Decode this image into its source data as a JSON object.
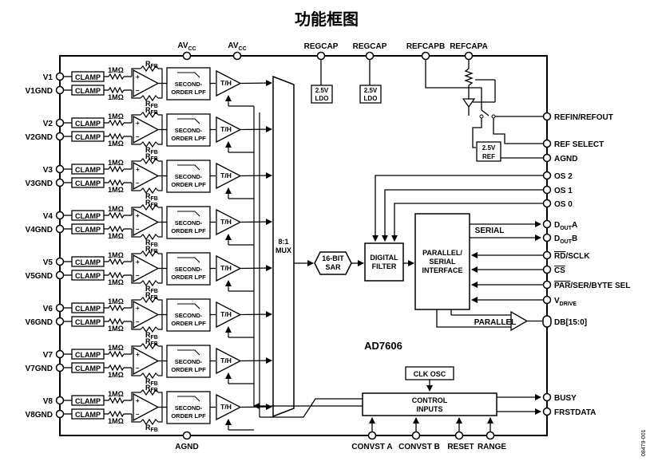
{
  "title": "功能框图",
  "chip_name": "AD7606",
  "figure_code": "08479-001",
  "channels": [
    {
      "input": "V1",
      "ground": "V1GND"
    },
    {
      "input": "V2",
      "ground": "V2GND"
    },
    {
      "input": "V3",
      "ground": "V3GND"
    },
    {
      "input": "V4",
      "ground": "V4GND"
    },
    {
      "input": "V5",
      "ground": "V5GND"
    },
    {
      "input": "V6",
      "ground": "V6GND"
    },
    {
      "input": "V7",
      "ground": "V7GND"
    },
    {
      "input": "V8",
      "ground": "V8GND"
    }
  ],
  "channel_blocks": {
    "clamp": "CLAMP",
    "resistor": "1MΩ",
    "rfb": "R",
    "rfb_sub": "FB",
    "lpf_line1": "SECOND-",
    "lpf_line2": "ORDER LPF",
    "th": "T/H"
  },
  "top_pins": {
    "avcc1": "AV",
    "avcc1_sub": "CC",
    "avcc2": "AV",
    "avcc2_sub": "CC",
    "regcap1": "REGCAP",
    "regcap2": "REGCAP",
    "refcapb": "REFCAPB",
    "refcapa": "REFCAPA"
  },
  "ldo_line1": "2.5V",
  "ldo_line2": "LDO",
  "ref_line1": "2.5V",
  "ref_line2": "REF",
  "mux_line1": "8:1",
  "mux_line2": "MUX",
  "sar_line1": "16-BIT",
  "sar_line2": "SAR",
  "filter_line1": "DIGITAL",
  "filter_line2": "FILTER",
  "iface_line1": "PARALLEL/",
  "iface_line2": "SERIAL",
  "iface_line3": "INTERFACE",
  "serial_label": "SERIAL",
  "parallel_label": "PARALLEL",
  "clk_osc": "CLK OSC",
  "control_line1": "CONTROL",
  "control_line2": "INPUTS",
  "right_pins": {
    "refin": "REFIN/REFOUT",
    "ref_select": "REF SELECT",
    "agnd": "AGND",
    "os2": "OS 2",
    "os1": "OS 1",
    "os0": "OS 0",
    "douta_d": "D",
    "douta_sub": "OUT",
    "douta_suffix": "A",
    "doutb_d": "D",
    "doutb_sub": "OUT",
    "doutb_suffix": "B",
    "rd": "RD",
    "sclk": "/SCLK",
    "cs": "CS",
    "par": "PAR",
    "ser_byte": "/SER/BYTE SEL",
    "vdrive_v": "V",
    "vdrive_sub": "DRIVE",
    "db": "DB[15:0]",
    "busy": "BUSY",
    "frstdata": "FRSTDATA"
  },
  "bottom_pins": {
    "agnd": "AGND",
    "convst_a": "CONVST A",
    "convst_b": "CONVST B",
    "reset": "RESET",
    "range": "RANGE"
  }
}
